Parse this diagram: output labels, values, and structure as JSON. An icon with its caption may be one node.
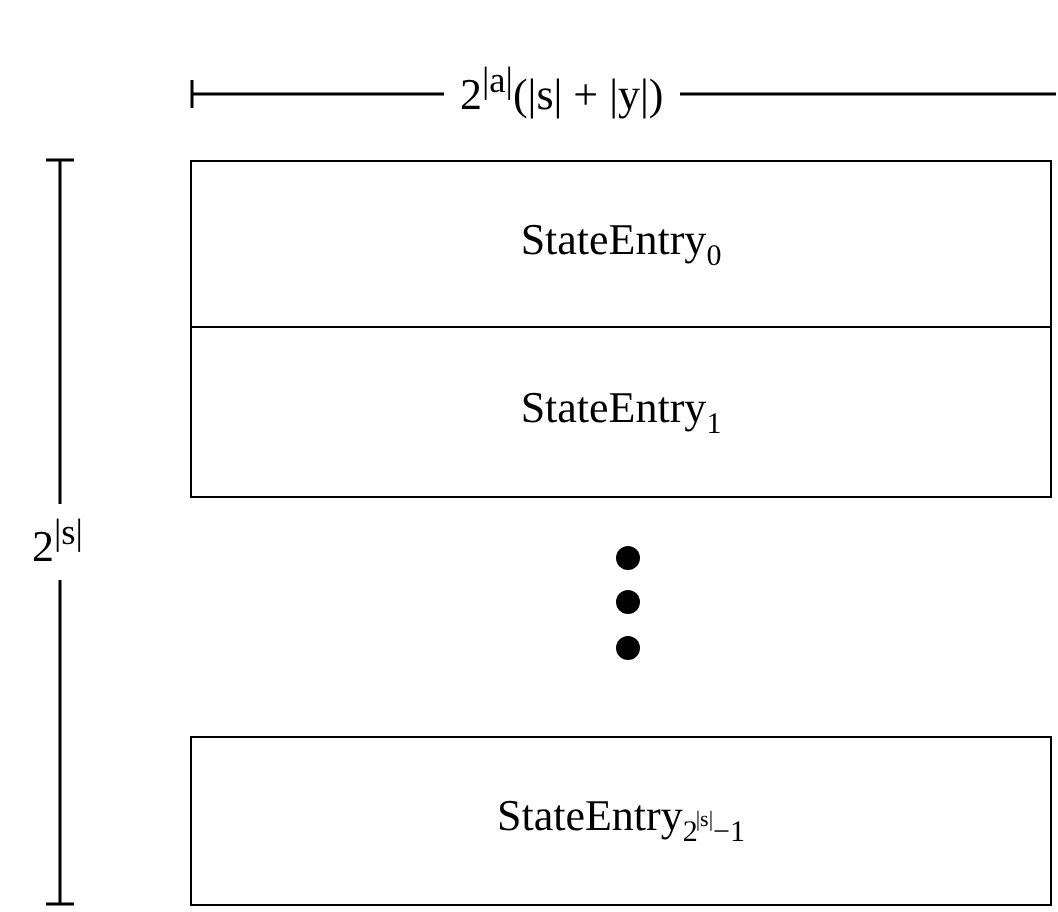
{
  "diagram": {
    "nodes": [
      {
        "text": [
          "StateEntry$_{0}$"
        ]
      },
      {
        "text": [
          "StateEntry$_{1}$"
        ]
      },
      {
        "text": [
          "StateEntry$_{2}$$^{|s|}$$_{−1}$"
        ]
      }
    ],
    "labels": [
      "2$^{|a|}$(|s| + |y|)",
      "2$^{|s|}$"
    ]
  }
}
